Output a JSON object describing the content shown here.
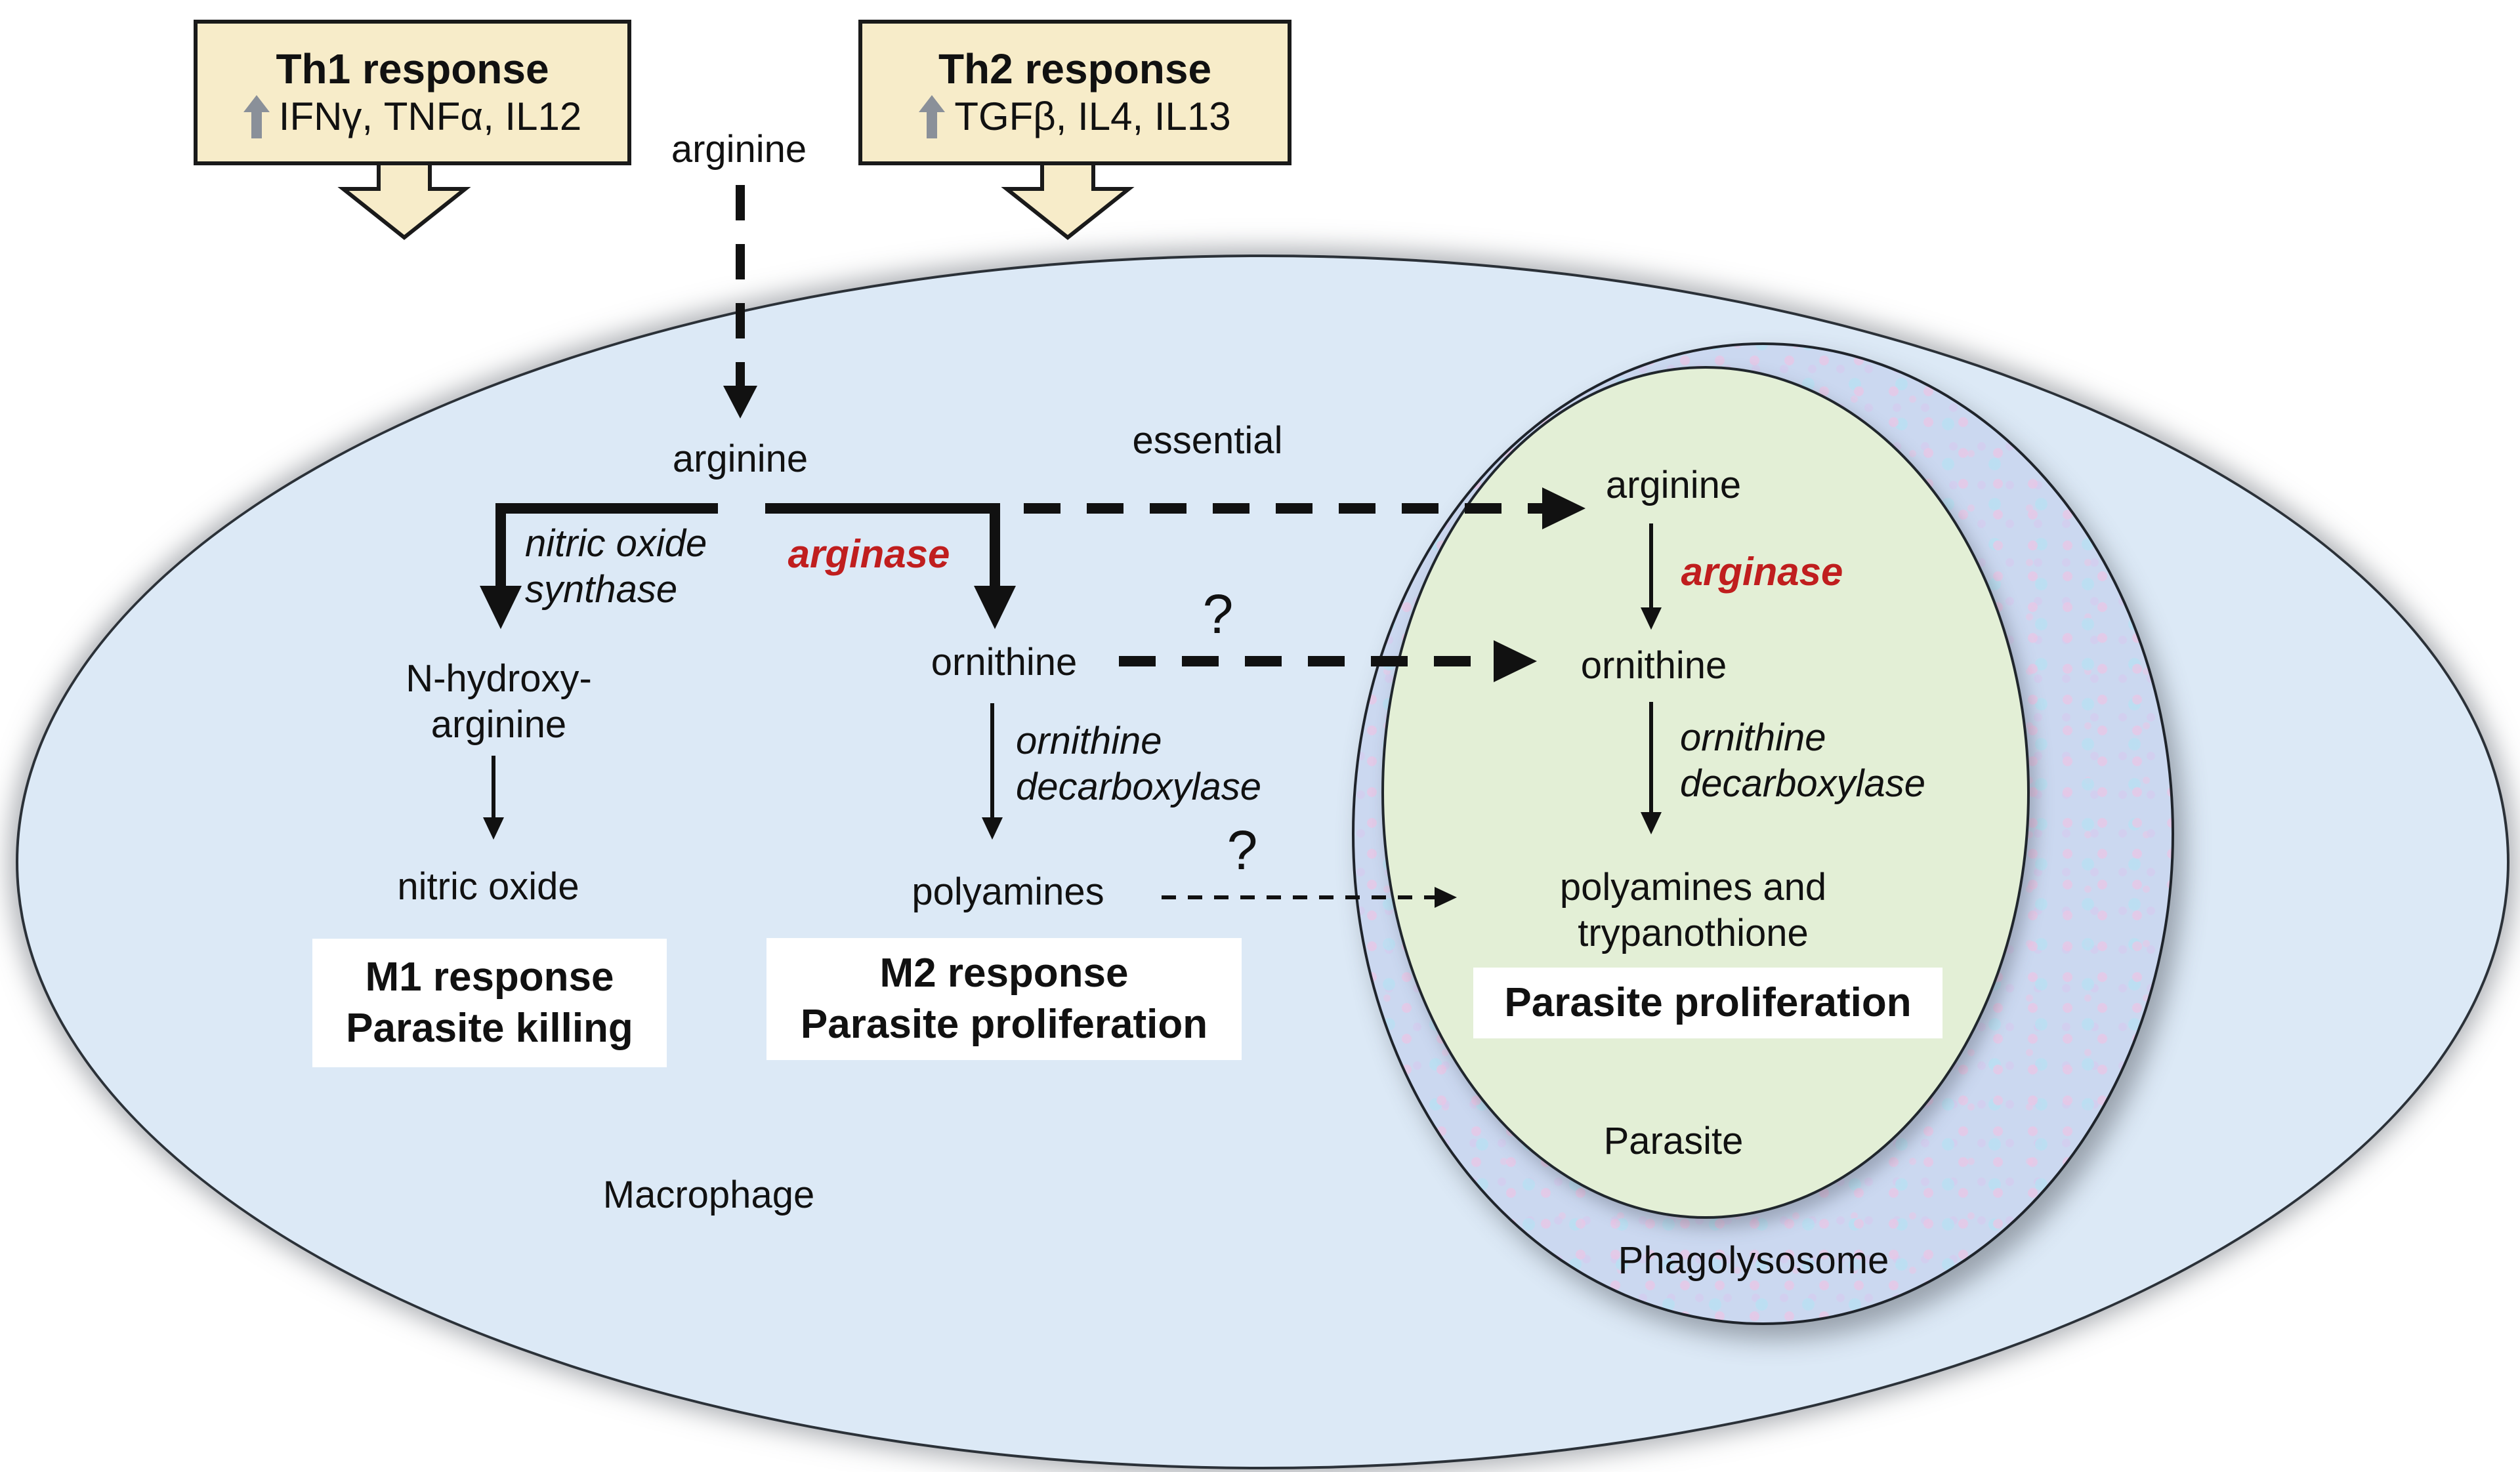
{
  "title_boxes": {
    "th1": {
      "title": "Th1 response",
      "cytokines": "IFNγ, TNFα, IL12"
    },
    "th2": {
      "title": "Th2 response",
      "cytokines": "TGFβ, IL4, IL13"
    }
  },
  "extracellular": {
    "arginine_label": "arginine"
  },
  "macrophage": {
    "cell_label": "Macrophage",
    "arginine_label": "arginine",
    "enzyme_nos_line1": "nitric oxide",
    "enzyme_nos_line2": "synthase",
    "enzyme_arginase": "arginase",
    "n_hydroxy_line1": "N-hydroxy-",
    "n_hydroxy_line2": "arginine",
    "nitric_oxide_label": "nitric oxide",
    "m1_line1": "M1 response",
    "m1_line2": "Parasite killing",
    "ornithine_label": "ornithine",
    "enzyme_odc_line1": "ornithine",
    "enzyme_odc_line2": "decarboxylase",
    "polyamines_label": "polyamines",
    "m2_line1": "M2 response",
    "m2_line2": "Parasite proliferation",
    "essential_label": "essential",
    "question_ornithine": "?",
    "question_polyamines": "?"
  },
  "parasite": {
    "cell_label": "Parasite",
    "arginine_label": "arginine",
    "enzyme_arginase": "arginase",
    "ornithine_label": "ornithine",
    "enzyme_odc_line1": "ornithine",
    "enzyme_odc_line2": "decarboxylase",
    "products_line1": "polyamines and",
    "products_line2": "trypanothione",
    "proliferation_label": "Parasite proliferation"
  },
  "phagolysosome": {
    "label": "Phagolysosome"
  },
  "colors": {
    "response_box_fill": "#f7ecc9",
    "macrophage_fill": "#dce9f6",
    "phagolysosome_fill": "#cbd8f0",
    "parasite_fill": "#e3efd6",
    "enzyme_red": "#c01e1e",
    "up_arrow_gray": "#8a9099",
    "line_black": "#111111"
  }
}
